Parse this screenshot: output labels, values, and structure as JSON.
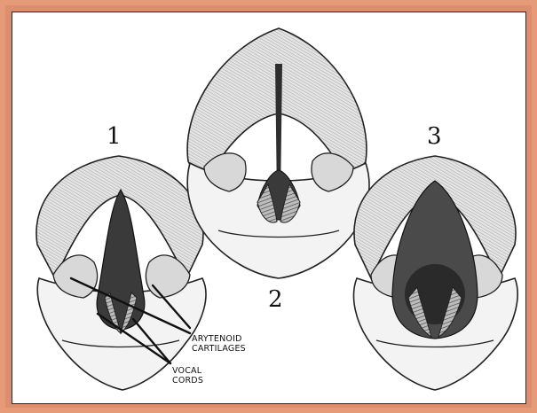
{
  "figure": {
    "views": [
      {
        "id": "1",
        "number": "1"
      },
      {
        "id": "2",
        "number": "2"
      },
      {
        "id": "3",
        "number": "3"
      }
    ],
    "labels": {
      "arytenoid_line1": "ARYTENOID",
      "arytenoid_line2": "CARTILAGES",
      "vocal_line1": "VOCAL",
      "vocal_line2": "CORDS"
    }
  },
  "colors": {
    "border": "#dc8e6e",
    "ink": "#111111",
    "glottis_dark": "#3a3a3a",
    "tissue_gray": "#cfcfcf"
  }
}
